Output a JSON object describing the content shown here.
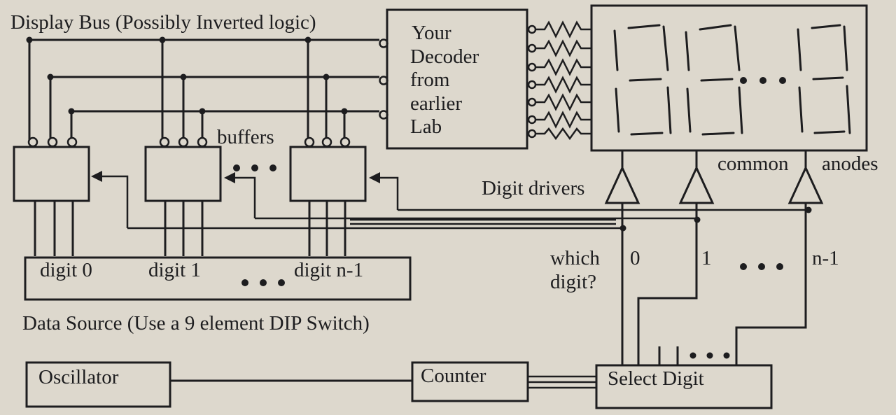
{
  "labels": {
    "display_bus": "Display Bus (Possibly Inverted logic)",
    "decoder_line1": "Your",
    "decoder_line2": "Decoder",
    "decoder_line3": "from",
    "decoder_line4": "earlier",
    "decoder_line5": "Lab",
    "buffers": "buffers",
    "digit_drivers": "Digit drivers",
    "common": "common",
    "anodes": "anodes",
    "which_line1": "which",
    "which_line2": "digit?",
    "driver_0": "0",
    "driver_1": "1",
    "driver_n1": "n-1",
    "digit_0": "digit 0",
    "digit_1": "digit 1",
    "digit_n1": "digit n-1",
    "data_source": "Data Source (Use a 9 element DIP Switch)",
    "oscillator": "Oscillator",
    "counter": "Counter",
    "select_digit": "Select Digit"
  },
  "colors": {
    "paper": "#ddd8cd",
    "ink": "#1d1d1f"
  }
}
